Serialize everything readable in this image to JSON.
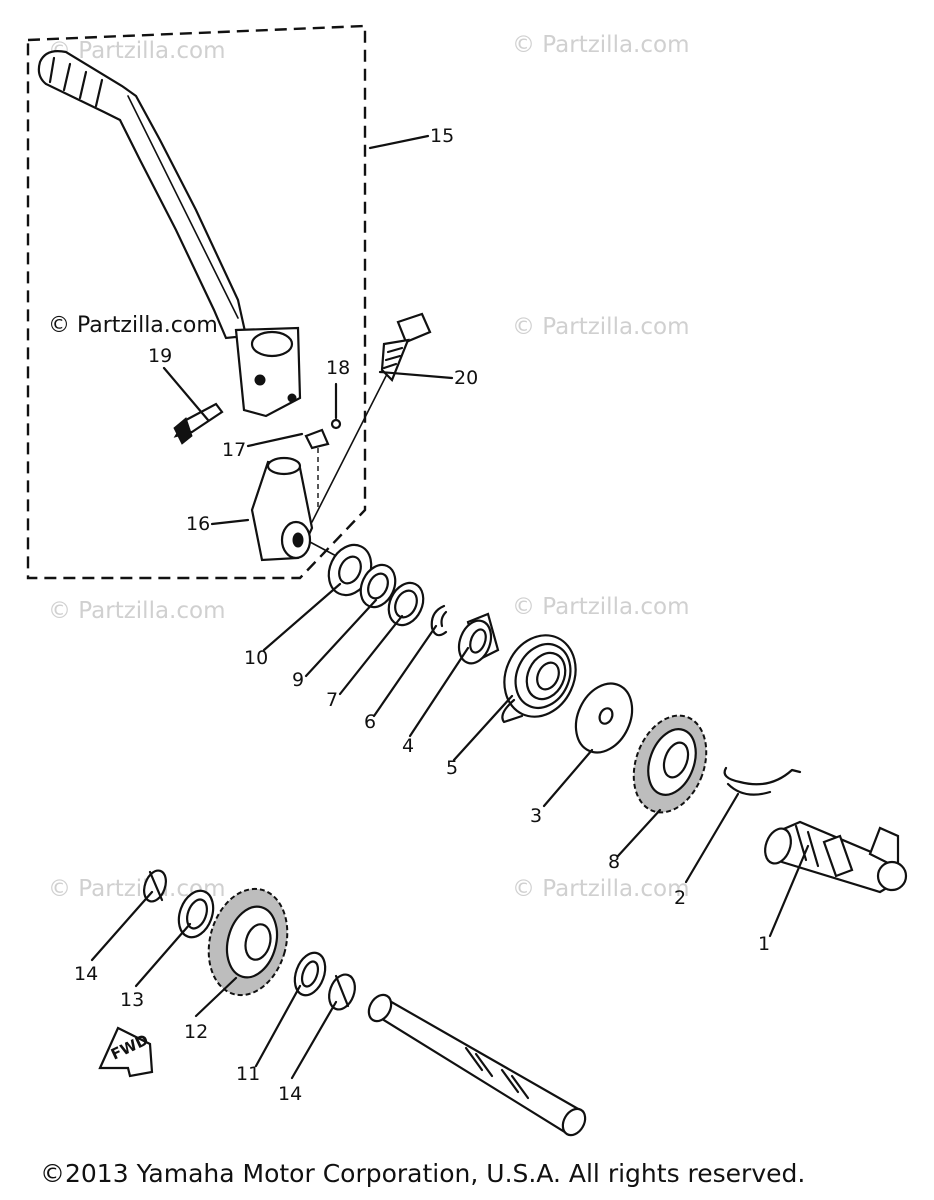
{
  "watermarks": [
    "© Partzilla.com",
    "© Partzilla.com",
    "© Partzilla.com",
    "© Partzilla.com",
    "© Partzilla.com",
    "© Partzilla.com",
    "© Partzilla.com",
    "© Partzilla.com"
  ],
  "callouts": [
    "15",
    "19",
    "18",
    "20",
    "17",
    "16",
    "10",
    "9",
    "7",
    "6",
    "4",
    "5",
    "3",
    "8",
    "2",
    "1",
    "14",
    "13",
    "12",
    "11",
    "14"
  ],
  "fwd_label": "FWD",
  "copyright": "©2013 Yamaha Motor Corporation, U.S.A. All rights reserved."
}
